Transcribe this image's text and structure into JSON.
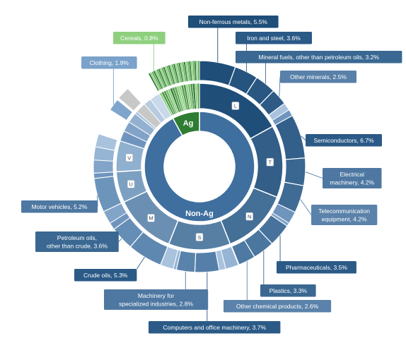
{
  "chart_data": {
    "type": "sunburst",
    "title": "",
    "center_labels": {
      "top": "Ag",
      "bottom": "Non-Ag"
    },
    "inner_ring": [
      {
        "name": "Ag",
        "value": 8.0,
        "color": "#2e7d32"
      },
      {
        "name": "Non-Ag",
        "value": 92.0,
        "color": "#3f6f9f"
      }
    ],
    "middle_groups": [
      {
        "letter": "L",
        "start": 0,
        "value": 17
      },
      {
        "letter": "T",
        "start": 17,
        "value": 14
      },
      {
        "letter": "N",
        "start": 31,
        "value": 13
      },
      {
        "letter": "S",
        "start": 44,
        "value": 12
      },
      {
        "letter": "M",
        "start": 56,
        "value": 12
      },
      {
        "letter": "U",
        "start": 68,
        "value": 6
      },
      {
        "letter": "V",
        "start": 74,
        "value": 6
      }
    ],
    "outer_segments": [
      {
        "label": "Non-ferrous metals, 5.5%",
        "start": 0.0,
        "value": 5.5
      },
      {
        "label": "Iron and steel, 3.6%",
        "start": 5.5,
        "value": 3.6
      },
      {
        "label": "Mineral fuels, other than petroleum oils, 3.2%",
        "start": 9.1,
        "value": 3.2
      },
      {
        "label": "Other minerals, 2.5%",
        "start": 12.3,
        "value": 2.5
      },
      {
        "label": "Semiconductors, 6.7%",
        "start": 17.0,
        "value": 6.7
      },
      {
        "label": "Electrical\nmachinery, 4.2%",
        "start": 23.7,
        "value": 4.2
      },
      {
        "label": "Telecommunication\nequipment, 4.2%",
        "start": 27.9,
        "value": 4.2
      },
      {
        "label": "Pharmaceuticals, 3.5%",
        "start": 34.5,
        "value": 3.5
      },
      {
        "label": "Plastics, 3.3%",
        "start": 38.0,
        "value": 3.3
      },
      {
        "label": "Other chemical products, 2.6%",
        "start": 41.3,
        "value": 2.6
      },
      {
        "label": "Computers and office machinery, 3.7%",
        "start": 47.0,
        "value": 3.7
      },
      {
        "label": "Machinery for\nspecialized industries, 2.8%",
        "start": 50.7,
        "value": 2.8
      },
      {
        "label": "Crude oils, 5.3%",
        "start": 56.0,
        "value": 5.3
      },
      {
        "label": "Petroleum oils,\nother than crude, 3.6%",
        "start": 61.3,
        "value": 3.6
      },
      {
        "label": "Motor vehicles, 5.2%",
        "start": 68.0,
        "value": 5.2
      },
      {
        "label": "Clothing, 1.9%",
        "start": 84.0,
        "value": 1.9
      },
      {
        "label": "Cereals, 0.8%",
        "start": 92.5,
        "value": 0.8
      }
    ],
    "colors": {
      "ag_dark": "#2e7d32",
      "ag_light": "#8fd07f",
      "blue_dark": "#1f4e79",
      "blue_mid": "#3f6f9f",
      "blue_light": "#9fbfdf",
      "grey": "#c8c8c8"
    }
  }
}
